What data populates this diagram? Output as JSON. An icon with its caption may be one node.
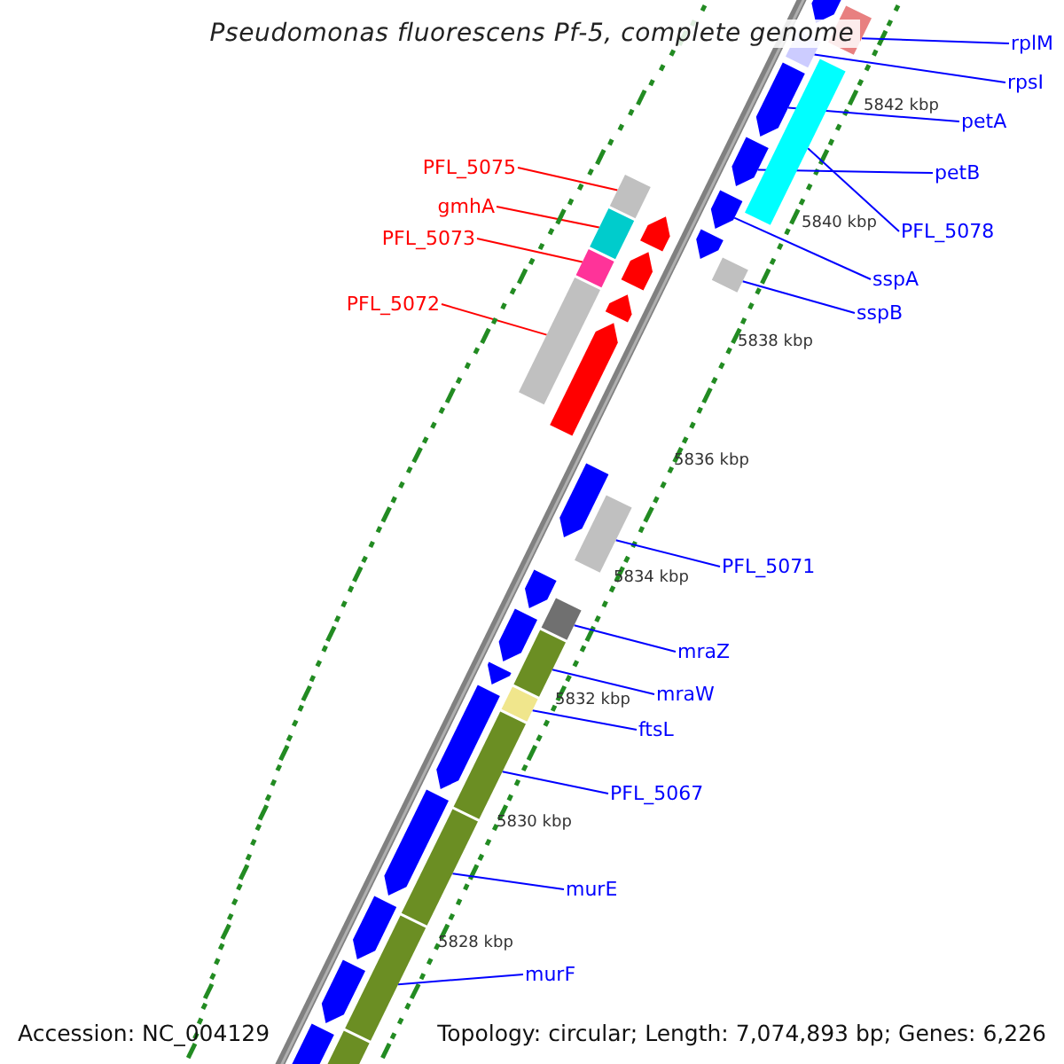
{
  "diagram": {
    "title": "Pseudomonas fluorescens Pf-5, complete genome",
    "nodes": [
      {
        "text": [
          "rplM"
        ]
      },
      {
        "text": [
          "rpsI"
        ]
      },
      {
        "text": [
          "petA"
        ]
      },
      {
        "text": [
          "petB"
        ]
      },
      {
        "text": [
          "PFL_5078"
        ]
      },
      {
        "text": [
          "sspA"
        ]
      },
      {
        "text": [
          "sspB"
        ]
      },
      {
        "text": [
          "PFL_5075"
        ]
      },
      {
        "text": [
          "gmhA"
        ]
      },
      {
        "text": [
          "PFL_5073"
        ]
      },
      {
        "text": [
          "PFL_5072"
        ]
      },
      {
        "text": [
          "PFL_5071"
        ]
      },
      {
        "text": [
          "mraZ"
        ]
      },
      {
        "text": [
          "mraW"
        ]
      },
      {
        "text": [
          "ftsL"
        ]
      },
      {
        "text": [
          "PFL_5067"
        ]
      },
      {
        "text": [
          "murE"
        ]
      },
      {
        "text": [
          "murF"
        ]
      },
      {
        "text": [],
        "shape": "arrow"
      },
      {
        "text": [],
        "shape": "bar"
      },
      {
        "text": [],
        "shape": "bar"
      },
      {
        "text": [],
        "shape": "bar"
      },
      {
        "text": [],
        "shape": "arrow"
      },
      {
        "text": [],
        "shape": "arrow"
      },
      {
        "text": [],
        "shape": "bar"
      },
      {
        "text": [],
        "shape": "arrow"
      },
      {
        "text": [],
        "shape": "bar"
      },
      {
        "text": [],
        "shape": "arrow"
      },
      {
        "text": [],
        "shape": "arrow"
      },
      {
        "text": [],
        "shape": "arrow"
      },
      {
        "text": [],
        "shape": "bar"
      },
      {
        "text": [],
        "shape": "bar"
      },
      {
        "text": [],
        "shape": "bar"
      },
      {
        "text": [],
        "shape": "arrow"
      },
      {
        "text": [],
        "shape": "arrow"
      },
      {
        "text": [],
        "shape": "arrow"
      },
      {
        "text": [],
        "shape": "bar"
      },
      {
        "text": [],
        "shape": "arrow"
      },
      {
        "text": [],
        "shape": "bar"
      },
      {
        "text": [],
        "shape": "arrow"
      },
      {
        "text": [],
        "shape": "bar"
      },
      {
        "text": [],
        "shape": "arrow"
      },
      {
        "text": [],
        "shape": "arrow"
      },
      {
        "text": [],
        "shape": "bar"
      },
      {
        "text": [],
        "shape": "bar"
      },
      {
        "text": [],
        "shape": "arrow"
      },
      {
        "text": [],
        "shape": "bar"
      },
      {
        "text": [],
        "shape": "arrow"
      },
      {
        "text": [],
        "shape": "bar"
      },
      {
        "text": [],
        "shape": "arrow"
      },
      {
        "text": [],
        "shape": "arrow"
      },
      {
        "text": [],
        "shape": "bar"
      }
    ],
    "edges": [
      {
        "from": 0,
        "to": 19,
        "arrow": "none"
      },
      {
        "from": 1,
        "to": 20,
        "arrow": "none"
      },
      {
        "from": 2,
        "to": 22,
        "arrow": "none"
      },
      {
        "from": 3,
        "to": 23,
        "arrow": "none"
      },
      {
        "from": 4,
        "to": 21,
        "arrow": "none"
      },
      {
        "from": 5,
        "to": 25,
        "arrow": "none"
      },
      {
        "from": 6,
        "to": 31,
        "arrow": "none"
      },
      {
        "from": 7,
        "to": 24,
        "arrow": "none",
        "color": "#ff0000"
      },
      {
        "from": 8,
        "to": 26,
        "arrow": "none",
        "color": "#ff0000"
      },
      {
        "from": 9,
        "to": 30,
        "arrow": "none",
        "color": "#ff0000"
      },
      {
        "from": 10,
        "to": 32,
        "arrow": "none",
        "color": "#ff0000"
      },
      {
        "from": 11,
        "to": 36,
        "arrow": "none"
      },
      {
        "from": 12,
        "to": 38,
        "arrow": "none"
      },
      {
        "from": 13,
        "to": 40,
        "arrow": "none"
      },
      {
        "from": 14,
        "to": 43,
        "arrow": "none"
      },
      {
        "from": 15,
        "to": 44,
        "arrow": "none"
      },
      {
        "from": 16,
        "to": 46,
        "arrow": "none"
      },
      {
        "from": 17,
        "to": 48,
        "arrow": "none"
      }
    ],
    "labels": [
      "5842 kbp",
      "5840 kbp",
      "5838 kbp",
      "5836 kbp",
      "5834 kbp",
      "5832 kbp",
      "5830 kbp",
      "5828 kbp",
      "Accession: NC_004129",
      "Topology: circular; Length: 7,074,893 bp; Genes: 6,226"
    ]
  }
}
